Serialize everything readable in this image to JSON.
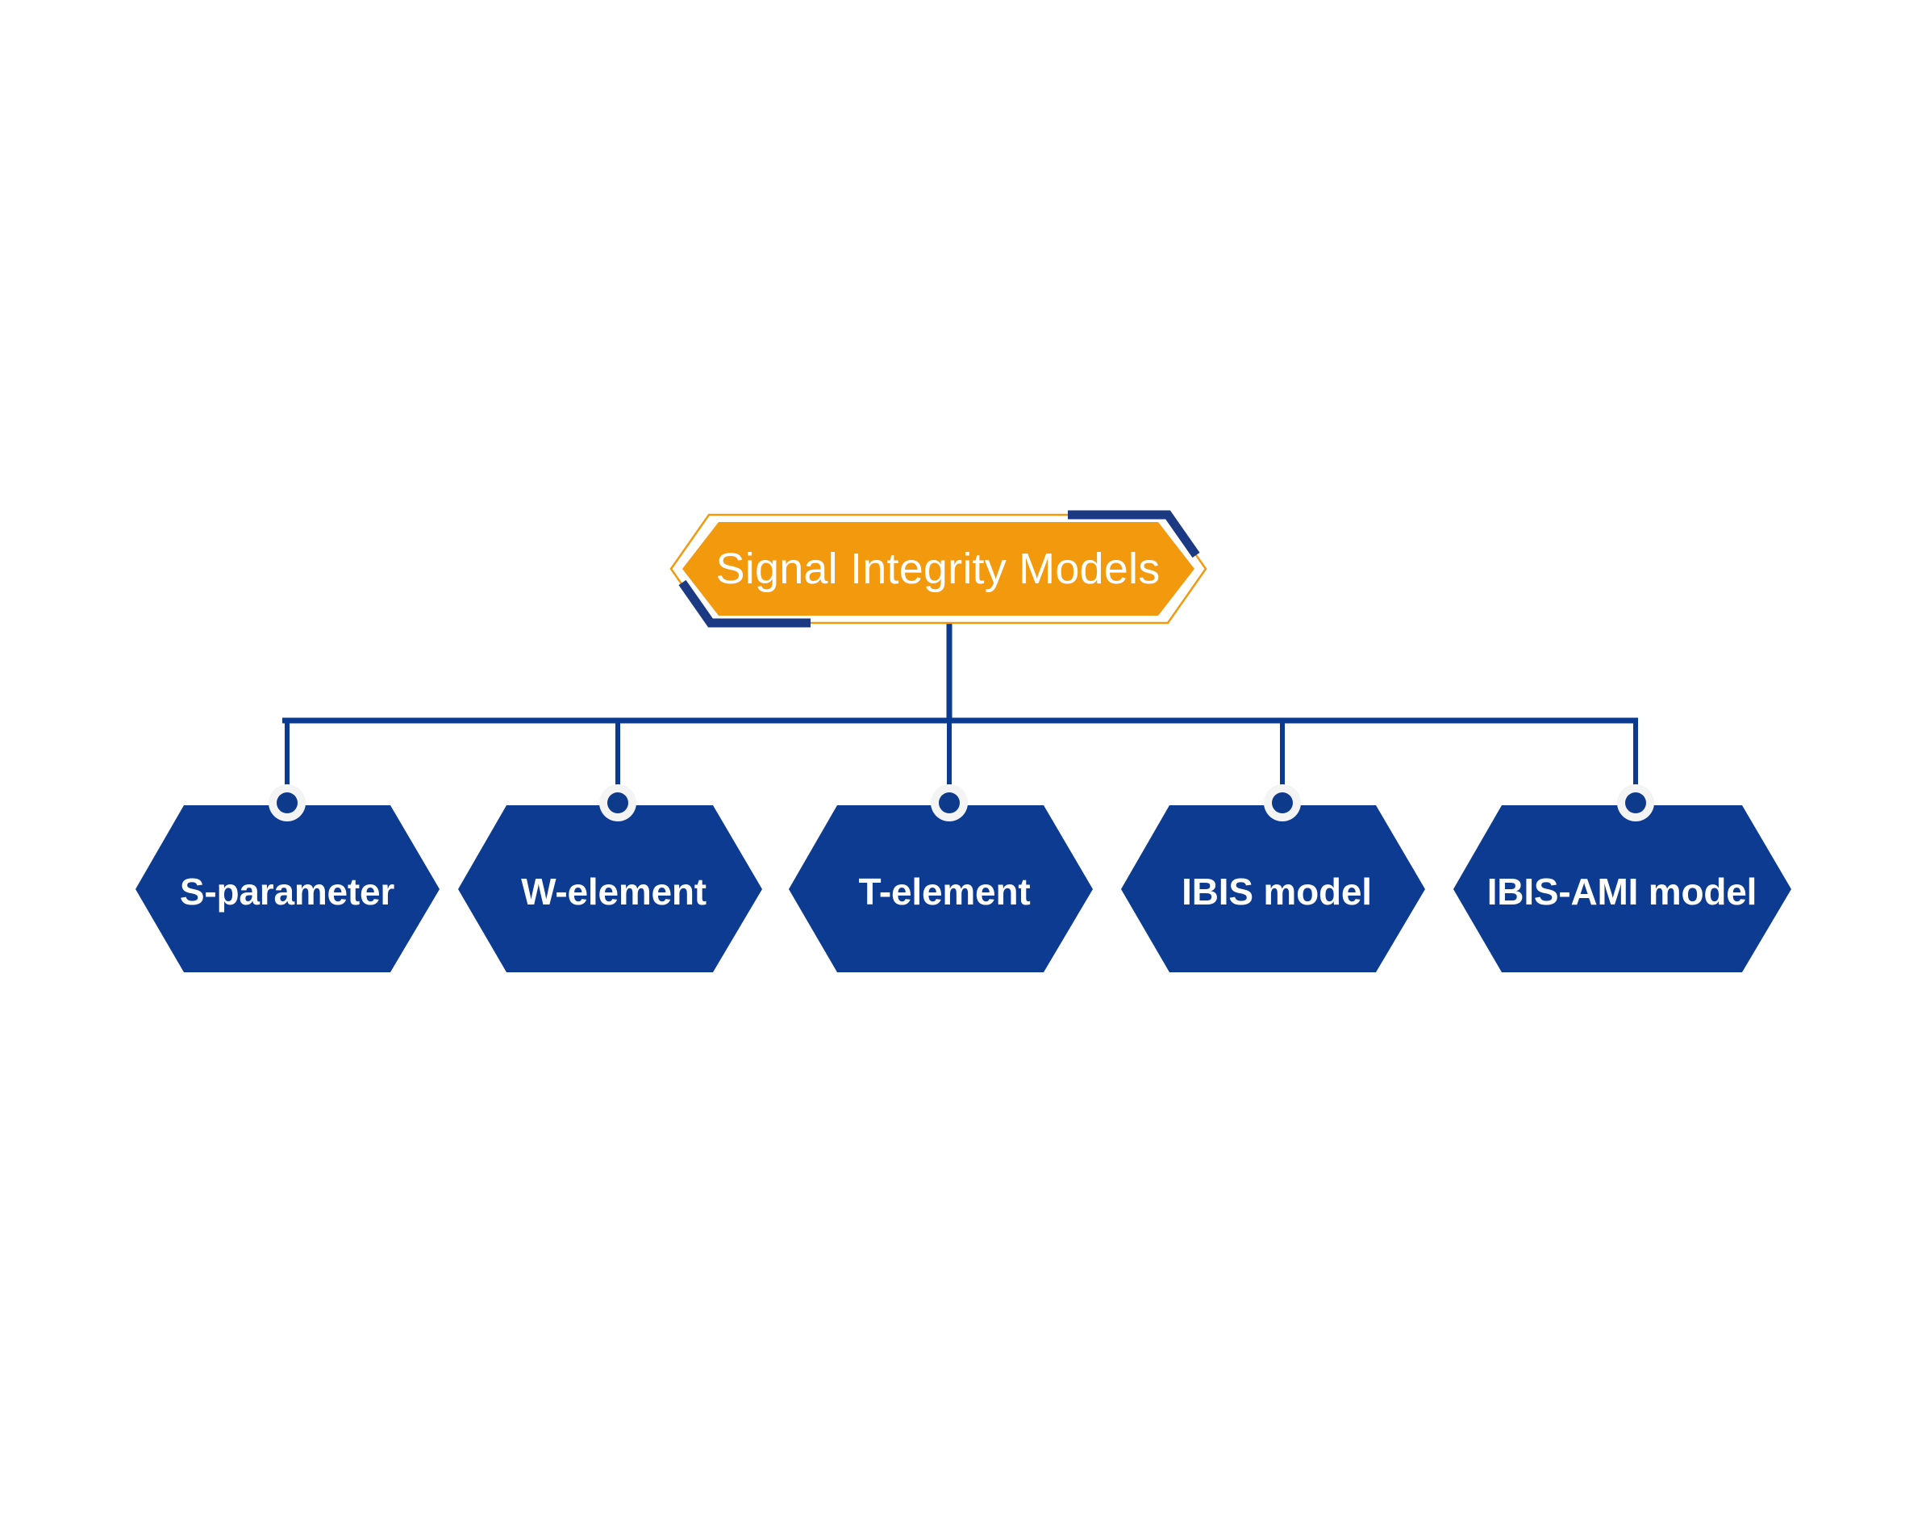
{
  "diagram": {
    "type": "hierarchy-tree",
    "title": "Signal Integrity Models",
    "background_color": "#FFFFFF",
    "root": {
      "label": "Signal Integrity Models",
      "shape": "hexagon",
      "fill_color": "#F2990D",
      "outline_color": "#F2990D",
      "accent_color": "#1B3A83",
      "text_color": "#FFFFFF"
    },
    "connector": {
      "line_color": "#0B3A91",
      "dot_fill_color": "#0E3A8C",
      "dot_ring_color": "#F4F4F4"
    },
    "children": [
      {
        "label": "S-parameter",
        "shape": "hexagon",
        "fill_color": "#0D3B91",
        "text_color": "#FFFFFF"
      },
      {
        "label": "W-element",
        "shape": "hexagon",
        "fill_color": "#0D3B91",
        "text_color": "#FFFFFF"
      },
      {
        "label": "T-element",
        "shape": "hexagon",
        "fill_color": "#0D3B91",
        "text_color": "#FFFFFF"
      },
      {
        "label": "IBIS model",
        "shape": "hexagon",
        "fill_color": "#0D3B91",
        "text_color": "#FFFFFF"
      },
      {
        "label": "IBIS-AMI model",
        "shape": "hexagon",
        "fill_color": "#0D3B91",
        "text_color": "#FFFFFF"
      }
    ]
  }
}
